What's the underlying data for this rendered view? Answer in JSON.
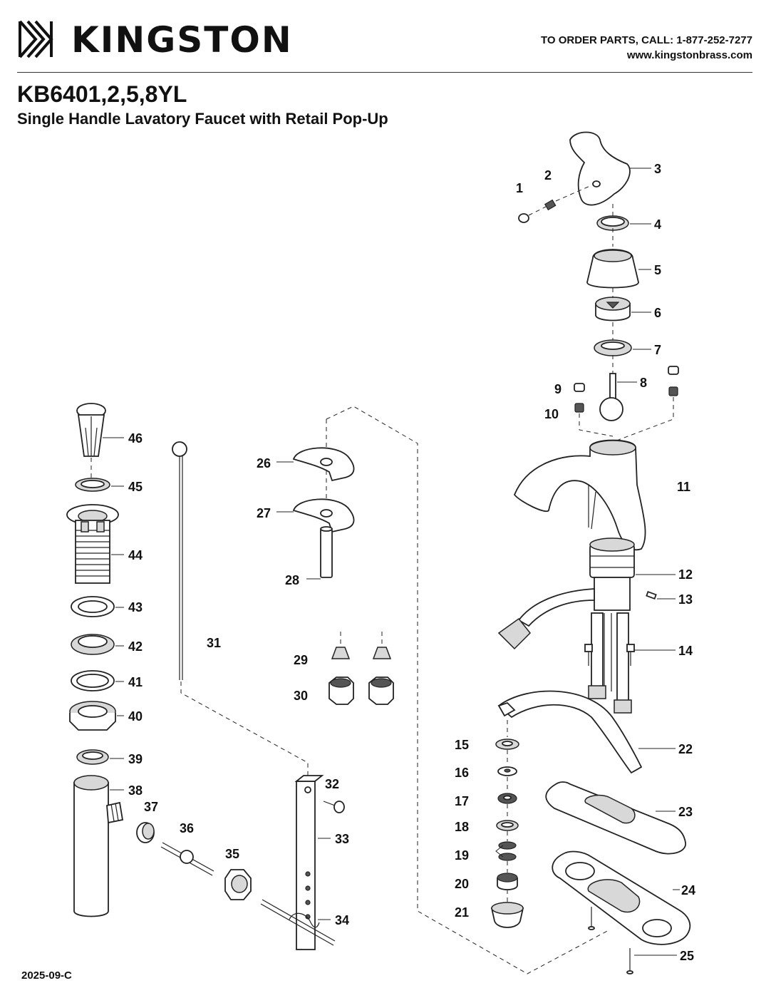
{
  "header": {
    "brand": "KINGSTON",
    "order_line": "TO ORDER PARTS, CALL: 1-877-252-7277",
    "website": "www.kingstonbrass.com",
    "model": "KB6401,2,5,8YL",
    "subtitle": "Single Handle Lavatory Faucet with Retail Pop-Up"
  },
  "footer": {
    "revision": "2025-09-C"
  },
  "parts": {
    "p1": "1",
    "p2": "2",
    "p3": "3",
    "p4": "4",
    "p5": "5",
    "p6": "6",
    "p7": "7",
    "p8": "8",
    "p9": "9",
    "p10": "10",
    "p11": "11",
    "p12": "12",
    "p13": "13",
    "p14": "14",
    "p15": "15",
    "p16": "16",
    "p17": "17",
    "p18": "18",
    "p19": "19",
    "p20": "20",
    "p21": "21",
    "p22": "22",
    "p23": "23",
    "p24": "24",
    "p25": "25",
    "p26": "26",
    "p27": "27",
    "p28": "28",
    "p29": "29",
    "p30": "30",
    "p31": "31",
    "p32": "32",
    "p33": "33",
    "p34": "34",
    "p35": "35",
    "p36": "36",
    "p37": "37",
    "p38": "38",
    "p39": "39",
    "p40": "40",
    "p41": "41",
    "p42": "42",
    "p43": "43",
    "p44": "44",
    "p45": "45",
    "p46": "46"
  }
}
